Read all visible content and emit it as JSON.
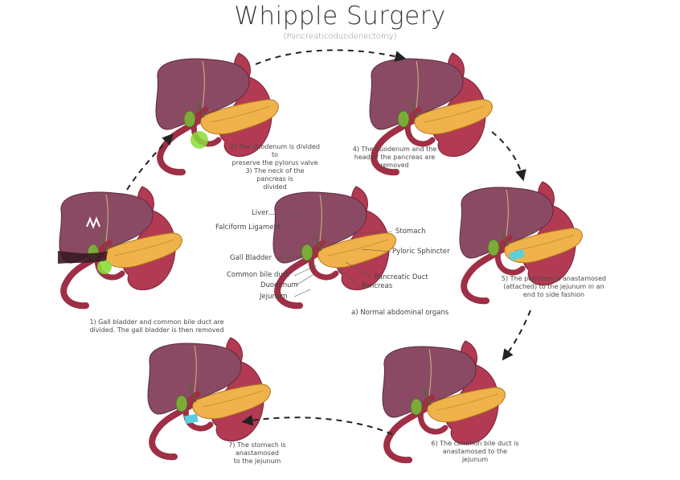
{
  "title": "Whipple Surgery",
  "subtitle": "(Pancreaticoduodenectomy)",
  "labels": {
    "liver": "Liver",
    "falciform": "Falciform Ligament",
    "gallbladder": "Gall Bladder",
    "cbd": "Common bile duct",
    "duodenum": "Duodenum",
    "jejunum": "Jejunum",
    "stomach": "Stomach",
    "pylorus": "Pyloric Sphincter",
    "pduct": "Pancreatic Duct",
    "pancreas": "Pancreas",
    "normal": "a) Normal abdominal organs"
  },
  "steps": {
    "s1a": "1) Gall bladder and common bile duct are",
    "s1b": "divided. The gall bladder is then removed",
    "s2a": "2) The duodenum is divided to",
    "s2b": "preserve the pylorus valve",
    "s3a": "3) The neck of the pancreas is",
    "s3b": "divided",
    "s4a": "4) The duodenum and the",
    "s4b": "head of the pancreas are",
    "s4c": "removed",
    "s5a": "5) The pancreas is anastamosed",
    "s5b": "(attached) to the jejunum in an",
    "s5c": "end to side fashion",
    "s6a": "6) The common bile duct is",
    "s6b": "anastamosed to the jejunum",
    "s7a": "7) The stomach is anastamosed",
    "s7b": "to the jejunum"
  },
  "colors": {
    "liver": "#8b4a63",
    "liver_light": "#a35c78",
    "stomach": "#b23a52",
    "stomach_dark": "#8e2a3e",
    "intestine": "#9e2f45",
    "pancreas": "#f0b24a",
    "pancreas_dark": "#d08a2a",
    "gallbladder": "#7dab3a",
    "incision": "#8bdc3a",
    "anastomosis": "#5ad0df",
    "duct": "#4c6b2a",
    "arrow": "#222222"
  }
}
